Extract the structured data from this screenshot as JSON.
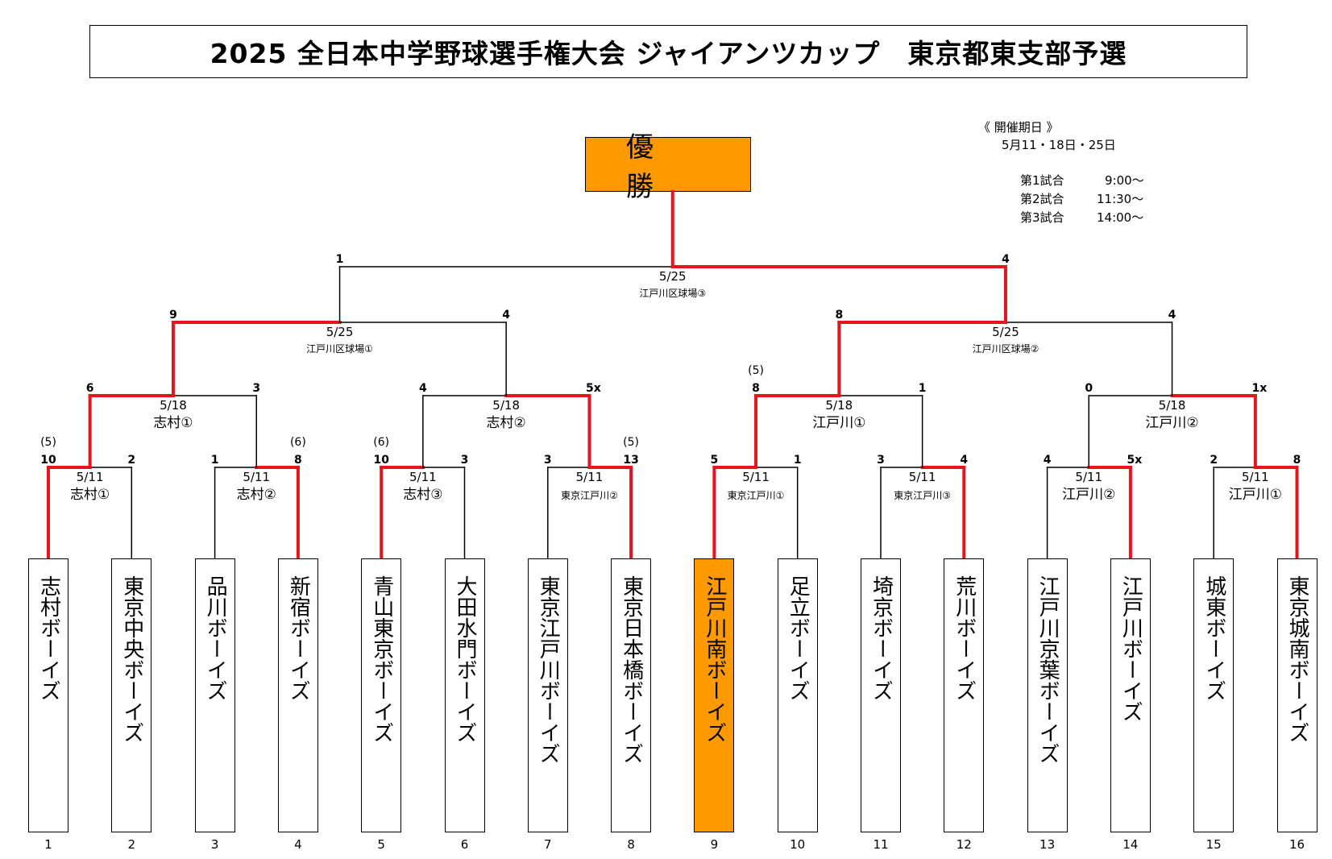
{
  "title": "2025 全日本中学野球選手権大会 ジャイアンツカップ　東京都東支部予選",
  "champion_label": "優勝",
  "schedule": {
    "header": "《 開催期日 》",
    "dates": "5月11・18日・25日",
    "games": [
      {
        "label": "第1試合",
        "time": "9:00～"
      },
      {
        "label": "第2試合",
        "time": "11:30～"
      },
      {
        "label": "第3試合",
        "time": "14:00～"
      }
    ]
  },
  "teams": [
    {
      "num": "1",
      "name": "志村ボーイズ"
    },
    {
      "num": "2",
      "name": "東京中央ボーイズ"
    },
    {
      "num": "3",
      "name": "品川ボーイズ"
    },
    {
      "num": "4",
      "name": "新宿ボーイズ"
    },
    {
      "num": "5",
      "name": "青山東京ボーイズ"
    },
    {
      "num": "6",
      "name": "大田水門ボーイズ"
    },
    {
      "num": "7",
      "name": "東京江戸川ボーイズ"
    },
    {
      "num": "8",
      "name": "東京日本橋ボーイズ"
    },
    {
      "num": "9",
      "name": "江戸川南ボーイズ",
      "winner": true
    },
    {
      "num": "10",
      "name": "足立ボーイズ"
    },
    {
      "num": "11",
      "name": "埼京ボーイズ"
    },
    {
      "num": "12",
      "name": "荒川ボーイズ"
    },
    {
      "num": "13",
      "name": "江戸川京葉ボーイズ"
    },
    {
      "num": "14",
      "name": "江戸川ボーイズ"
    },
    {
      "num": "15",
      "name": "城東ボーイズ"
    },
    {
      "num": "16",
      "name": "東京城南ボーイズ"
    }
  ],
  "round1": [
    {
      "date": "5/11",
      "venue": "志村①",
      "left_score": "10",
      "right_score": "2",
      "left_note": "(5)",
      "right_note": "",
      "winner": "left"
    },
    {
      "date": "5/11",
      "venue": "志村②",
      "left_score": "1",
      "right_score": "8",
      "left_note": "",
      "right_note": "(6)",
      "winner": "right"
    },
    {
      "date": "5/11",
      "venue": "志村③",
      "left_score": "10",
      "right_score": "3",
      "left_note": "(6)",
      "right_note": "",
      "winner": "left"
    },
    {
      "date": "5/11",
      "venue": "東京江戸川②",
      "left_score": "3",
      "right_score": "13",
      "left_note": "",
      "right_note": "(5)",
      "winner": "right"
    },
    {
      "date": "5/11",
      "venue": "東京江戸川①",
      "left_score": "5",
      "right_score": "1",
      "left_note": "",
      "right_note": "",
      "winner": "left"
    },
    {
      "date": "5/11",
      "venue": "東京江戸川③",
      "left_score": "3",
      "right_score": "4",
      "left_note": "",
      "right_note": "",
      "winner": "right"
    },
    {
      "date": "5/11",
      "venue": "江戸川②",
      "left_score": "4",
      "right_score": "5x",
      "left_note": "",
      "right_note": "",
      "winner": "right"
    },
    {
      "date": "5/11",
      "venue": "江戸川①",
      "left_score": "2",
      "right_score": "8",
      "left_note": "",
      "right_note": "",
      "winner": "right"
    }
  ],
  "round2": [
    {
      "date": "5/18",
      "venue": "志村①",
      "left_score": "6",
      "right_score": "3",
      "left_note": "",
      "winner": "left"
    },
    {
      "date": "5/18",
      "venue": "志村②",
      "left_score": "4",
      "right_score": "5x",
      "left_note": "",
      "winner": "right"
    },
    {
      "date": "5/18",
      "venue": "江戸川①",
      "left_score": "8",
      "right_score": "1",
      "left_note": "(5)",
      "winner": "left"
    },
    {
      "date": "5/18",
      "venue": "江戸川②",
      "left_score": "0",
      "right_score": "1x",
      "left_note": "",
      "winner": "right"
    }
  ],
  "round3": [
    {
      "date": "5/25",
      "venue": "江戸川区球場①",
      "left_score": "9",
      "right_score": "4",
      "winner": "left"
    },
    {
      "date": "5/25",
      "venue": "江戸川区球場②",
      "left_score": "8",
      "right_score": "4",
      "winner": "left"
    }
  ],
  "final": {
    "date": "5/25",
    "venue": "江戸川区球場③",
    "left_score": "1",
    "right_score": "4",
    "winner": "right"
  },
  "colors": {
    "win_line": "#e8141b",
    "line": "#000000",
    "highlight": "#ff9900"
  }
}
